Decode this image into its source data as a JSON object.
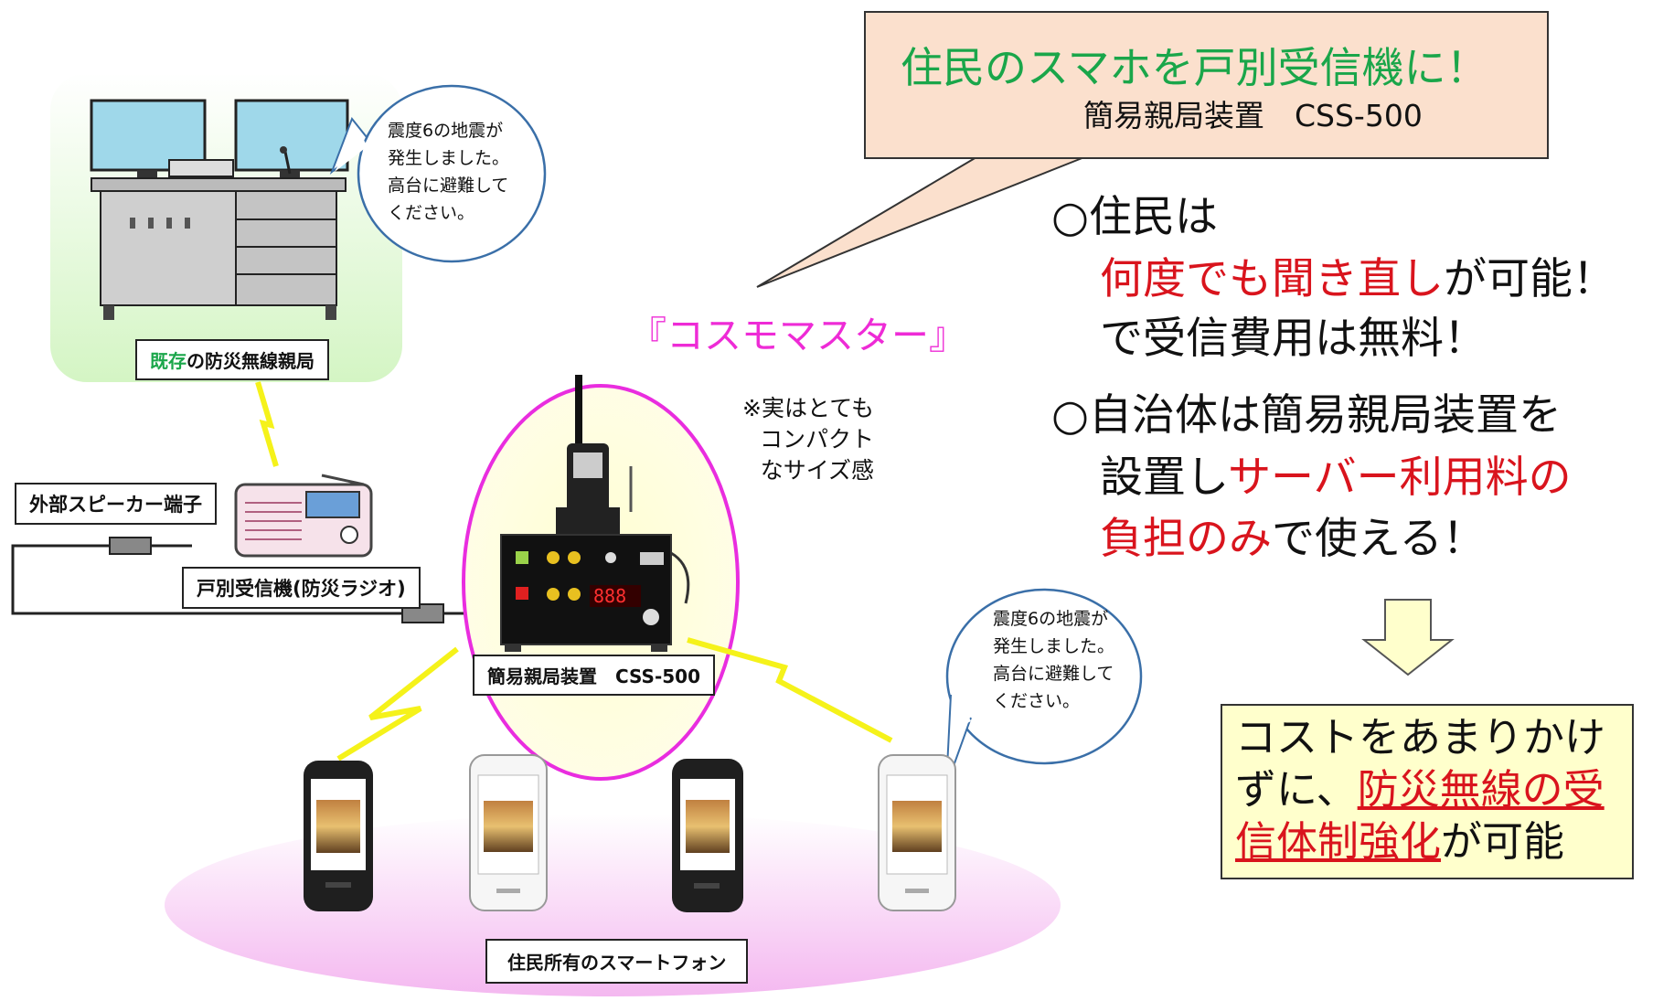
{
  "callout": {
    "headline": "住民のスマホを戸別受信機に！",
    "model": "簡易親局装置　CSS-500"
  },
  "points": {
    "p1_line1": "○住民は",
    "p1_line2_red": "何度でも聞き直し",
    "p1_line2_rest": "が可能！",
    "p1_line3": "で受信費用は無料！",
    "p2_line1": "○自治体は簡易親局装置を",
    "p2_line2_black": "設置し",
    "p2_line2_red": "サーバー利用料の",
    "p2_line3_red": "負担のみ",
    "p2_line3_rest": "で使える！"
  },
  "conclusion": {
    "line1": "コストをあまりかけ",
    "line2_pre": "ずに、",
    "line2_red": "防災無線の受",
    "line3_red": "信体制強化",
    "line3_rest": "が可能"
  },
  "product_name": "『コスモマスター』",
  "size_note": [
    "※実はとても",
    "コンパクト",
    "なサイズ感"
  ],
  "bubbles": {
    "top": [
      "震度6の地震が",
      "発生しました。",
      "高台に避難して",
      "ください。"
    ],
    "right": [
      "震度6の地震が",
      "発生しました。",
      "高台に避難して",
      "ください。"
    ]
  },
  "labels": {
    "existing_prefix": "既存",
    "existing_rest": "の防災無線親局",
    "speaker_terminal": "外部スピーカー端子",
    "household_receiver": "戸別受信機(防災ラジオ)",
    "device": "簡易親局装置　CSS-500",
    "smartphones": "住民所有のスマートフォン"
  },
  "colors": {
    "headline_green": "#1aa64a",
    "emphasis_red": "#d9141d",
    "product_magenta": "#ee2bd6",
    "callout_bg": "#fbe0cd",
    "conclusion_bg": "#ffffcc",
    "radio_link_yellow": "#f5f21a"
  }
}
